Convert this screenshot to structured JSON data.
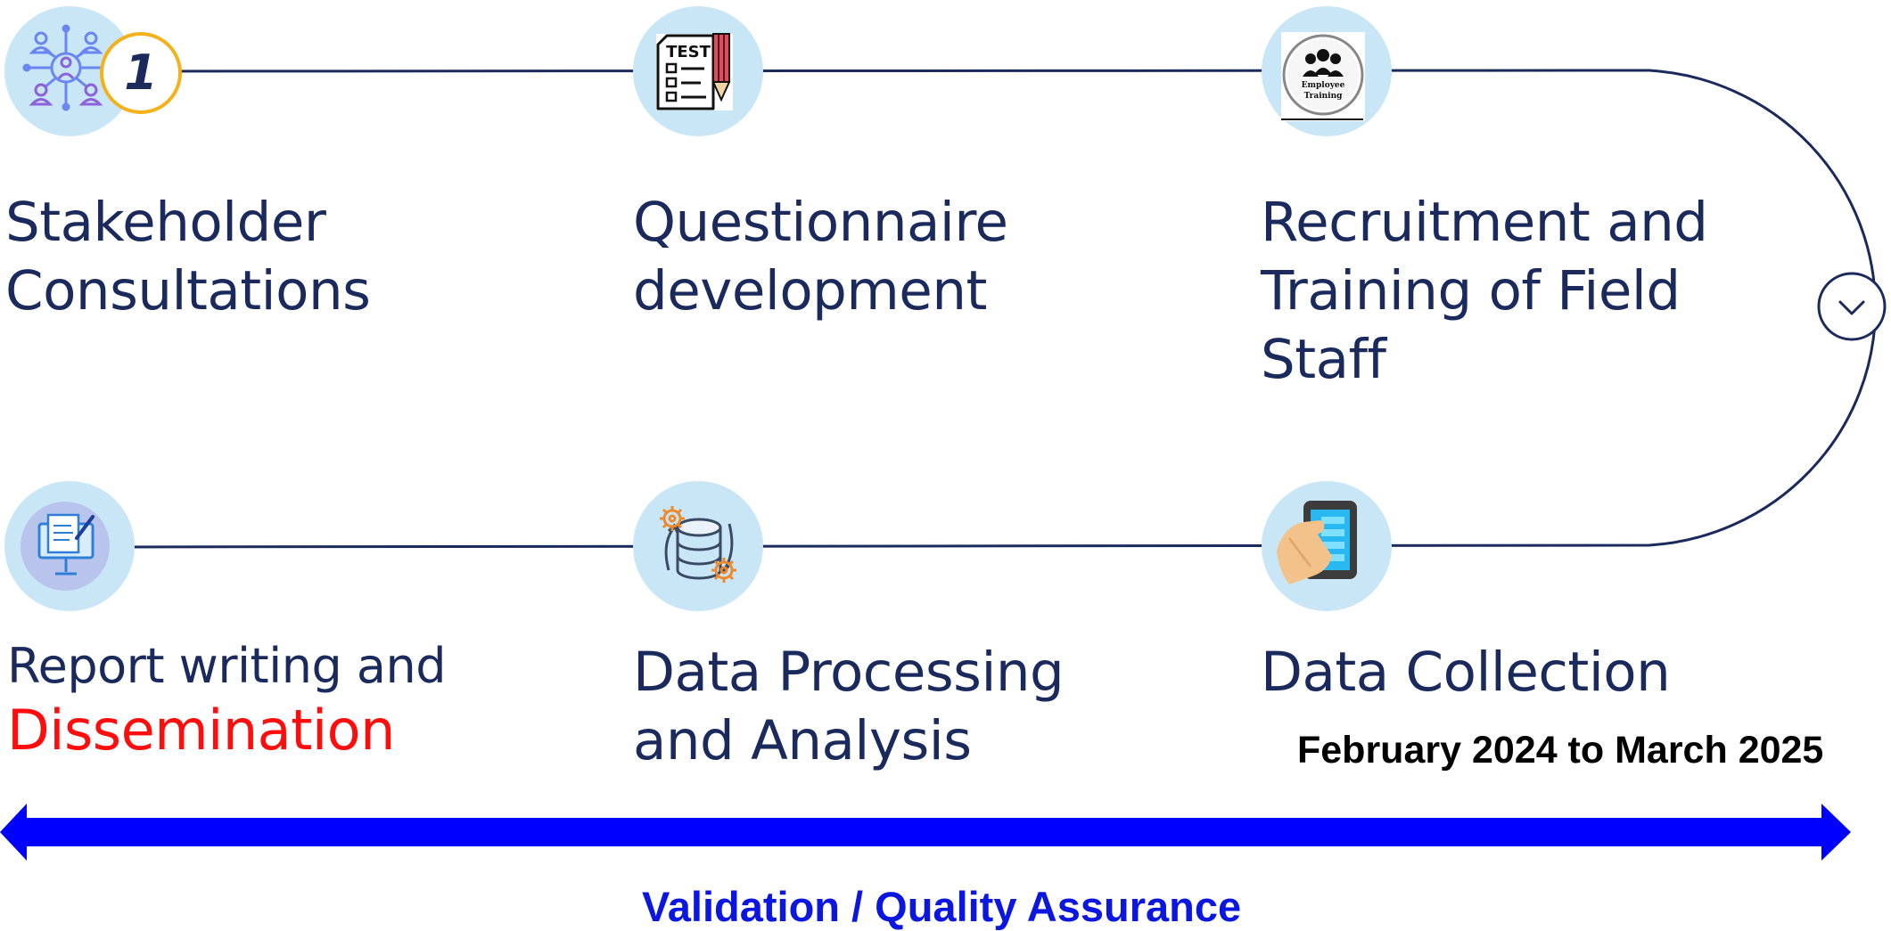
{
  "steps": [
    {
      "id": "stakeholder",
      "lines": [
        "Stakeholder",
        "Consultations"
      ],
      "icon": "network-people-icon",
      "badge": "1"
    },
    {
      "id": "questionnaire",
      "lines": [
        "Questionnaire",
        "development"
      ],
      "icon": "test-checklist-icon",
      "icon_text": "TEST"
    },
    {
      "id": "recruitment",
      "lines": [
        "Recruitment and",
        "Training of Field",
        "Staff"
      ],
      "icon": "employee-training-icon",
      "icon_text": [
        "Employee",
        "Training"
      ]
    },
    {
      "id": "collection",
      "lines": [
        "Data Collection"
      ],
      "icon": "tablet-hand-icon"
    },
    {
      "id": "processing",
      "lines": [
        "Data Processing",
        "and Analysis"
      ],
      "icon": "database-gears-icon"
    },
    {
      "id": "report",
      "lines": [
        "Report writing and"
      ],
      "highlight": "Dissemination",
      "icon": "report-document-icon"
    }
  ],
  "date_range": "February 2024 to March 2025",
  "qa_label": "Validation / Quality Assurance",
  "turn_marker_icon": "chevron-down-icon",
  "colors": {
    "title": "#1b2a5c",
    "connector": "#1b2a5c",
    "icon_circle": "#c9e6f7",
    "badge_ring": "#f3b21b",
    "highlight": "#ff0d0d",
    "arrow": "#0000ff",
    "qa_text": "#0b16e0"
  }
}
